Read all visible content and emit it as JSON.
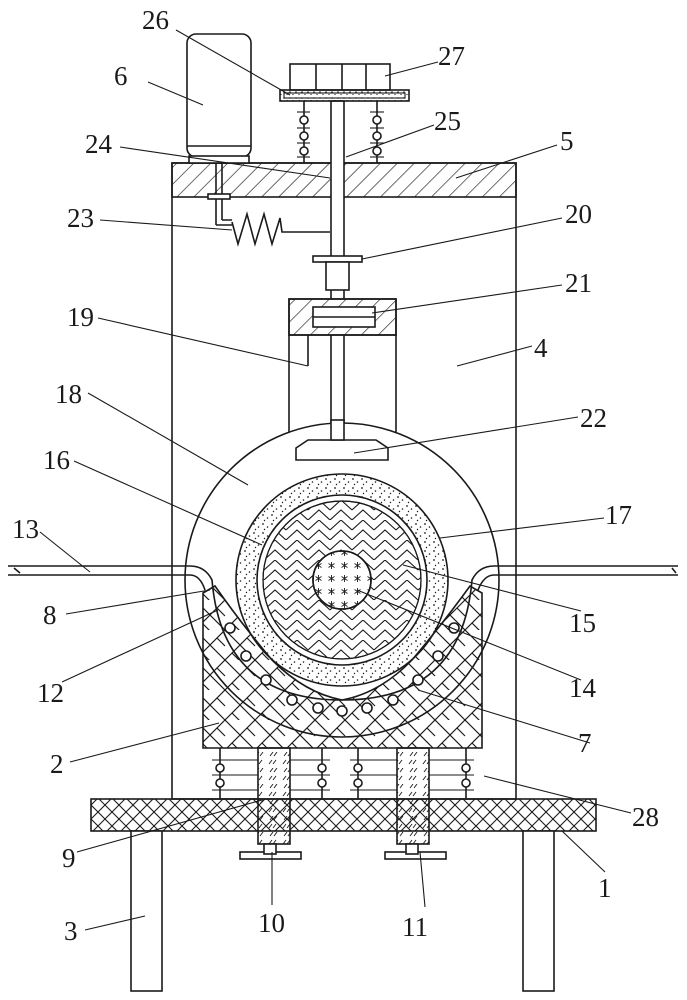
{
  "figure": {
    "labels": {
      "n1": "1",
      "n2": "2",
      "n3": "3",
      "n4": "4",
      "n5": "5",
      "n6": "6",
      "n7": "7",
      "n8": "8",
      "n9": "9",
      "n10": "10",
      "n11": "11",
      "n12": "12",
      "n13": "13",
      "n14": "14",
      "n15": "15",
      "n16": "16",
      "n17": "17",
      "n18": "18",
      "n19": "19",
      "n20": "20",
      "n21": "21",
      "n22": "22",
      "n23": "23",
      "n24": "24",
      "n25": "25",
      "n26": "26",
      "n27": "27",
      "n28": "28"
    }
  }
}
